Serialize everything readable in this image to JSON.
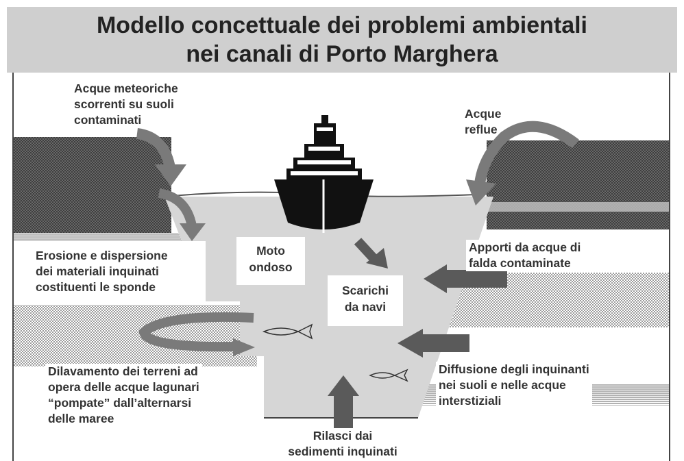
{
  "title": [
    "Modello concettuale dei problemi ambientali",
    "nei canali di Porto Marghera"
  ],
  "labels": {
    "acque_meteoriche": [
      "Acque meteoriche",
      "scorrenti su suoli",
      "contaminati"
    ],
    "acque_reflue": [
      "Acque",
      "reflue"
    ],
    "erosione": [
      "Erosione e dispersione",
      "dei materiali inquinati",
      "costituenti le sponde"
    ],
    "moto_ondoso": [
      "Moto",
      "ondoso"
    ],
    "scarichi": [
      "Scarichi",
      "da navi"
    ],
    "apporti": [
      "Apporti da acque di",
      "falda contaminate"
    ],
    "dilavamento": [
      "Dilavamento dei terreni ad",
      "opera delle acque lagunari",
      "“pompate” dall’alternarsi",
      "delle maree"
    ],
    "diffusione": [
      "Diffusione degli inquinanti",
      "nei suoli e nelle acque",
      "interstiziali"
    ],
    "rilasci": [
      "Rilasci dai",
      "sedimenti inquinati"
    ]
  },
  "colors": {
    "title_band": "#cfcfcf",
    "water": "#d6d6d6",
    "soil_dark": "#4f4f4f",
    "arrow": "#7a7a7a",
    "arrow_dark": "#5a5a5a"
  }
}
